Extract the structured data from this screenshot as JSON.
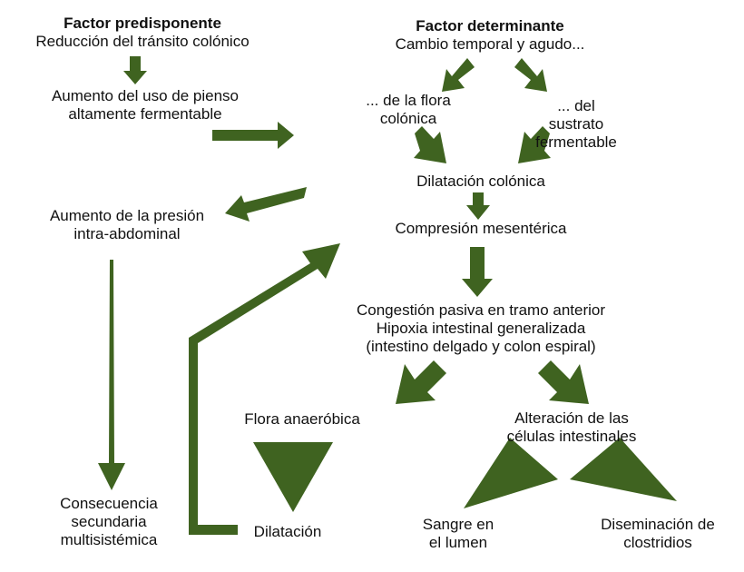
{
  "arrow_color": "#3f6320",
  "nodes": {
    "predisponente": {
      "heading": "Factor predisponente",
      "line1": "Reducción del tránsito colónico"
    },
    "aumento_pienso": {
      "line1": "Aumento del uso de pienso",
      "line2": "altamente fermentable"
    },
    "determinante": {
      "heading": "Factor determinante",
      "line1": "Cambio temporal y agudo..."
    },
    "flora_colonica": {
      "line1": "... de la flora",
      "line2": "colónica"
    },
    "sustrato": {
      "line1": "... del",
      "line2": "sustrato",
      "line3": "fermentable"
    },
    "dilatacion_colonica": {
      "line1": "Dilatación colónica"
    },
    "compresion": {
      "line1": "Compresión mesentérica"
    },
    "presion_abdominal": {
      "line1": "Aumento de la presión",
      "line2": "intra-abdominal"
    },
    "congestion": {
      "line1": "Congestión pasiva en tramo anterior",
      "line2": "Hipoxia intestinal generalizada",
      "line3": "(intestino delgado y colon espiral)"
    },
    "flora_anaerobica": {
      "line1": "Flora anaeróbica"
    },
    "alteracion": {
      "line1": "Alteración de las",
      "line2": "células intestinales"
    },
    "consecuencia": {
      "line1": "Consecuencia",
      "line2": "secundaria",
      "line3": "multisistémica"
    },
    "dilatacion": {
      "line1": "Dilatación"
    },
    "sangre": {
      "line1": "Sangre en",
      "line2": "el lumen"
    },
    "diseminacion": {
      "line1": "Diseminación de",
      "line2": "clostridios"
    }
  }
}
